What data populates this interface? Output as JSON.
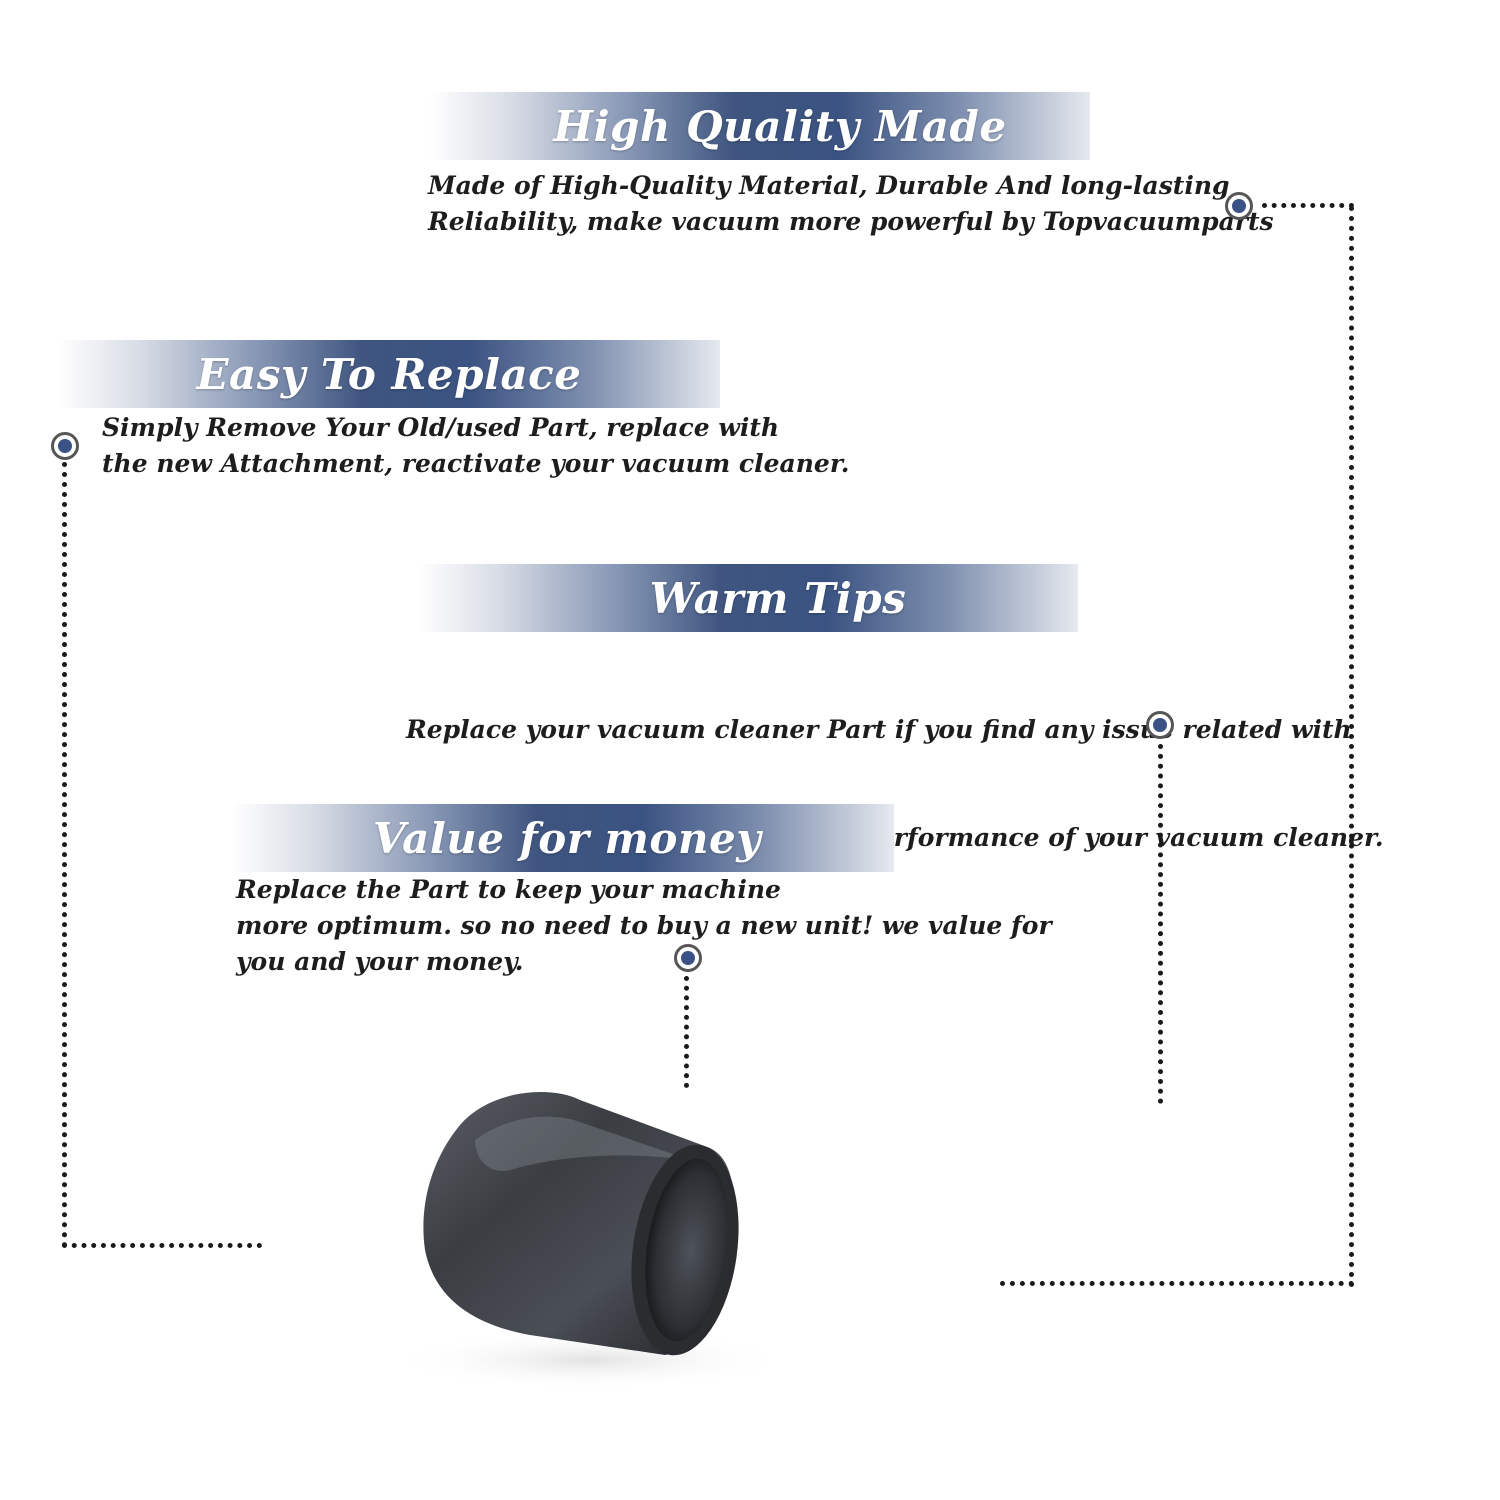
{
  "features": [
    {
      "title": "High Quality Made",
      "lines": [
        "Made of  High-Quality Material, Durable And long-lasting",
        "Reliability, make vacuum more powerful by Topvacuumparts"
      ]
    },
    {
      "title": "Easy To Replace",
      "lines": [
        "Simply Remove Your Old/used Part, replace with",
        "the new Attachment, reactivate your vacuum cleaner."
      ]
    },
    {
      "title": "Warm Tips",
      "lines": [
        "Replace your vacuum cleaner Part if you find any issue related with",
        " attachment to ensure optimum performance of your vacuum cleaner."
      ]
    },
    {
      "title": "Value for money",
      "lines": [
        "Replace the Part to keep your machine",
        "more optimum. so no need to buy a new unit! we value for",
        "you and your money."
      ]
    }
  ],
  "colors": {
    "accent": "#3b5382",
    "marker_dot": "#3a5286",
    "text": "#1d1d1d",
    "product": "#3a3d42"
  },
  "icons": [
    "target-marker-icon"
  ]
}
